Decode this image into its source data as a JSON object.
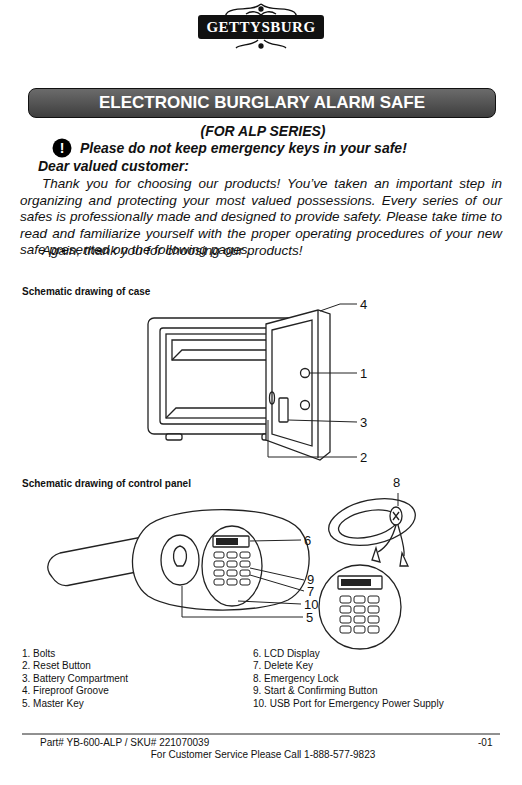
{
  "diagram": {
    "nodes": [
      {
        "text": [
          "GETTYSBURG"
        ]
      },
      {
        "text": [
          "ELECTRONIC BURGLARY ALARM SAFE"
        ]
      }
    ],
    "labels": [
      "!",
      "(FOR ALP SERIES)",
      "Please do not keep emergency keys in your safe!",
      "Dear valued customer:",
      "Thank you for choosing our products! You’ve taken an important step in organizing and protecting your most valued possessions. Every series of our safes is professionally made and designed to provide safety. Please take time to read and familiarize yourself with the proper operating procedures of your new safe presented on the following pages.",
      "Again, thank you for choosing our products!",
      "Schematic drawing of case",
      "4",
      "1",
      "3",
      "2",
      "Schematic drawing of control panel",
      "8",
      "6",
      "9",
      "7",
      "10",
      "5",
      "1. Bolts",
      "2. Reset Button",
      "3. Battery Compartment",
      "4. Fireproof Groove",
      "5. Master Key",
      "6. LCD Display",
      "7. Delete Key",
      "8. Emergency Lock",
      "9. Start & Confirming Button",
      "10. USB Port for Emergency Power Supply",
      "Part# YB-600-ALP / SKU# 221070039",
      "-01",
      "For Customer Service Please Call 1-888-577-9823"
    ]
  }
}
